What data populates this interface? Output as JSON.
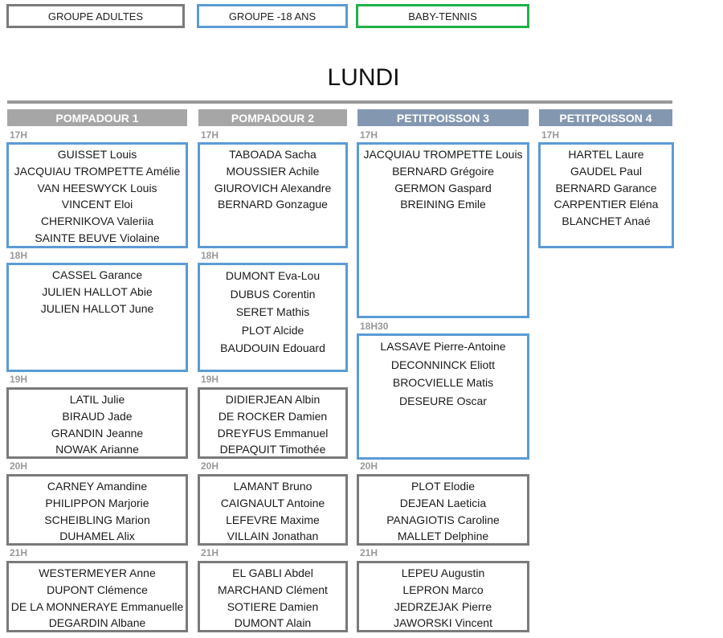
{
  "legend": {
    "adultes": "GROUPE ADULTES",
    "jeunes": "GROUPE -18 ANS",
    "baby": "BABY-TENNIS"
  },
  "day": "LUNDI",
  "courts": [
    "POMPADOUR 1",
    "POMPADOUR 2",
    "PETITPOISSON 3",
    "PETITPOISSON 4"
  ],
  "colors": {
    "adultes": "#7a7a7a",
    "jeunes": "#5b9bd5",
    "baby": "#1fb14a",
    "header_grey": "#a6a6a6",
    "header_slate": "#8497b0"
  },
  "columns": [
    {
      "slots": [
        {
          "time": "17H",
          "group": "jeunes",
          "players": [
            "GUISSET Louis",
            "JACQUIAU TROMPETTE Amélie",
            "VAN HEESWYCK Louis",
            "VINCENT Eloi",
            "CHERNIKOVA Valeriia",
            "SAINTE BEUVE Violaine"
          ]
        },
        {
          "time": "18H",
          "group": "jeunes",
          "players": [
            "CASSEL Garance",
            "JULIEN HALLOT Abie",
            "JULIEN HALLOT June"
          ]
        },
        {
          "time": "19H",
          "group": "adultes",
          "players": [
            "LATIL Julie",
            "BIRAUD Jade",
            "GRANDIN Jeanne",
            "NOWAK Arianne"
          ]
        },
        {
          "time": "20H",
          "group": "adultes",
          "players": [
            "CARNEY Amandine",
            "PHILIPPON Marjorie",
            "SCHEIBLING Marion",
            "DUHAMEL Alix"
          ]
        },
        {
          "time": "21H",
          "group": "adultes",
          "players": [
            "WESTERMEYER Anne",
            "DUPONT Clémence",
            "DE LA MONNERAYE Emmanuelle",
            "DEGARDIN Albane"
          ]
        }
      ]
    },
    {
      "slots": [
        {
          "time": "17H",
          "group": "jeunes",
          "players": [
            "TABOADA Sacha",
            "MOUSSIER Achile",
            "GIUROVICH Alexandre",
            "BERNARD Gonzague"
          ]
        },
        {
          "time": "18H",
          "group": "jeunes",
          "players": [
            "DUMONT Eva-Lou",
            "DUBUS Corentin",
            "SERET Mathis",
            "PLOT Alcide",
            "BAUDOUIN Edouard"
          ]
        },
        {
          "time": "19H",
          "group": "adultes",
          "players": [
            "DIDIERJEAN Albin",
            "DE ROCKER Damien",
            "DREYFUS Emmanuel",
            "DEPAQUIT Timothée"
          ]
        },
        {
          "time": "20H",
          "group": "adultes",
          "players": [
            "LAMANT Bruno",
            "CAIGNAULT Antoine",
            "LEFEVRE Maxime",
            "VILLAIN Jonathan"
          ]
        },
        {
          "time": "21H",
          "group": "adultes",
          "players": [
            "EL GABLI Abdel",
            "MARCHAND Clément",
            "SOTIERE Damien",
            "DUMONT Alain"
          ]
        }
      ]
    },
    {
      "slots": [
        {
          "time": "17H",
          "group": "jeunes",
          "players": [
            "JACQUIAU TROMPETTE Louis",
            "BERNARD Grégoire",
            "GERMON Gaspard",
            "BREINING Emile"
          ]
        },
        {
          "time": "18H30",
          "group": "jeunes",
          "players": [
            "LASSAVE Pierre-Antoine",
            "DECONNINCK Eliott",
            "BROCVIELLE Matis",
            "DESEURE Oscar"
          ]
        },
        {
          "time": "20H",
          "group": "adultes",
          "players": [
            "PLOT Elodie",
            "DEJEAN Laeticia",
            "PANAGIOTIS Caroline",
            "MALLET Delphine"
          ]
        },
        {
          "time": "21H",
          "group": "adultes",
          "players": [
            "LEPEU Augustin",
            "LEPRON Marco",
            "JEDRZEJAK Pierre",
            "JAWORSKI Vincent"
          ]
        }
      ]
    },
    {
      "slots": [
        {
          "time": "17H",
          "group": "jeunes",
          "players": [
            "HARTEL Laure",
            "GAUDEL Paul",
            "BERNARD Garance",
            "CARPENTIER Eléna",
            "BLANCHET Anaé"
          ]
        }
      ]
    }
  ]
}
